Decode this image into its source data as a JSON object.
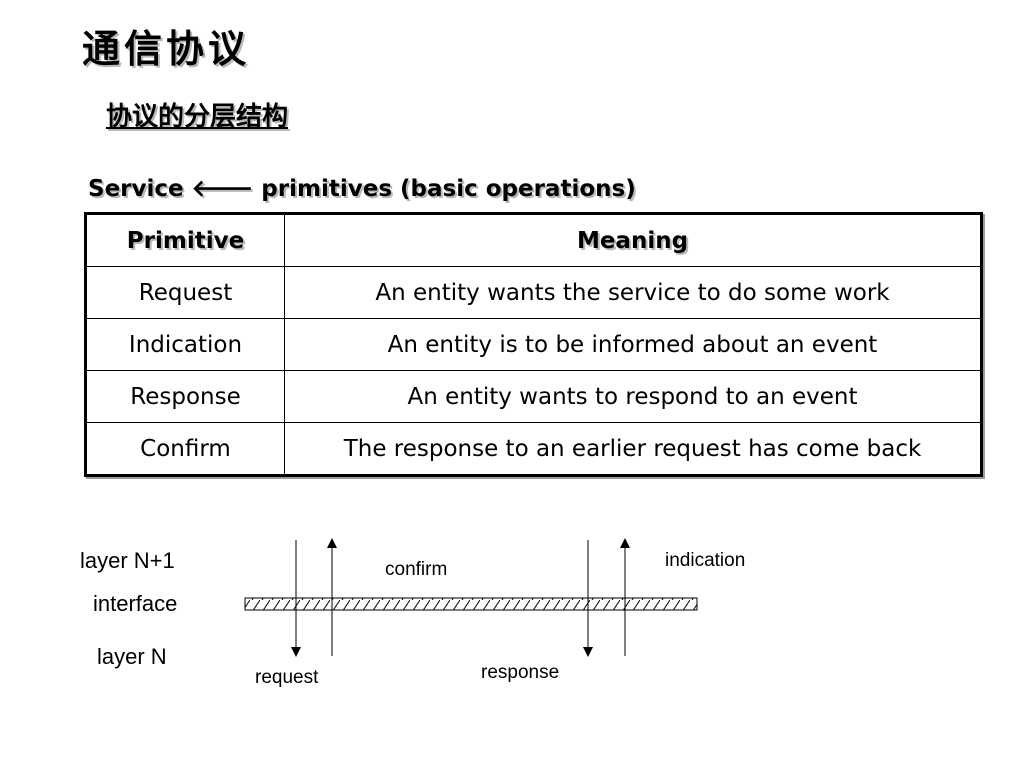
{
  "slide": {
    "title": "通信协议",
    "subtitle": "协议的分层结构",
    "caption": "Service 🡐 primitives (basic operations)"
  },
  "table": {
    "headers": [
      "Primitive",
      "Meaning"
    ],
    "rows": [
      [
        "Request",
        "An entity wants the service to do some work"
      ],
      [
        "Indication",
        "An entity is to be informed about an event"
      ],
      [
        "Response",
        "An entity wants to respond to an event"
      ],
      [
        "Confirm",
        "The response to an earlier request has come back"
      ]
    ]
  },
  "diagram": {
    "layer_upper": "layer N+1",
    "interface": "interface",
    "layer_lower": "layer N",
    "confirm": "confirm",
    "indication": "indication",
    "request": "request",
    "response": "response"
  }
}
